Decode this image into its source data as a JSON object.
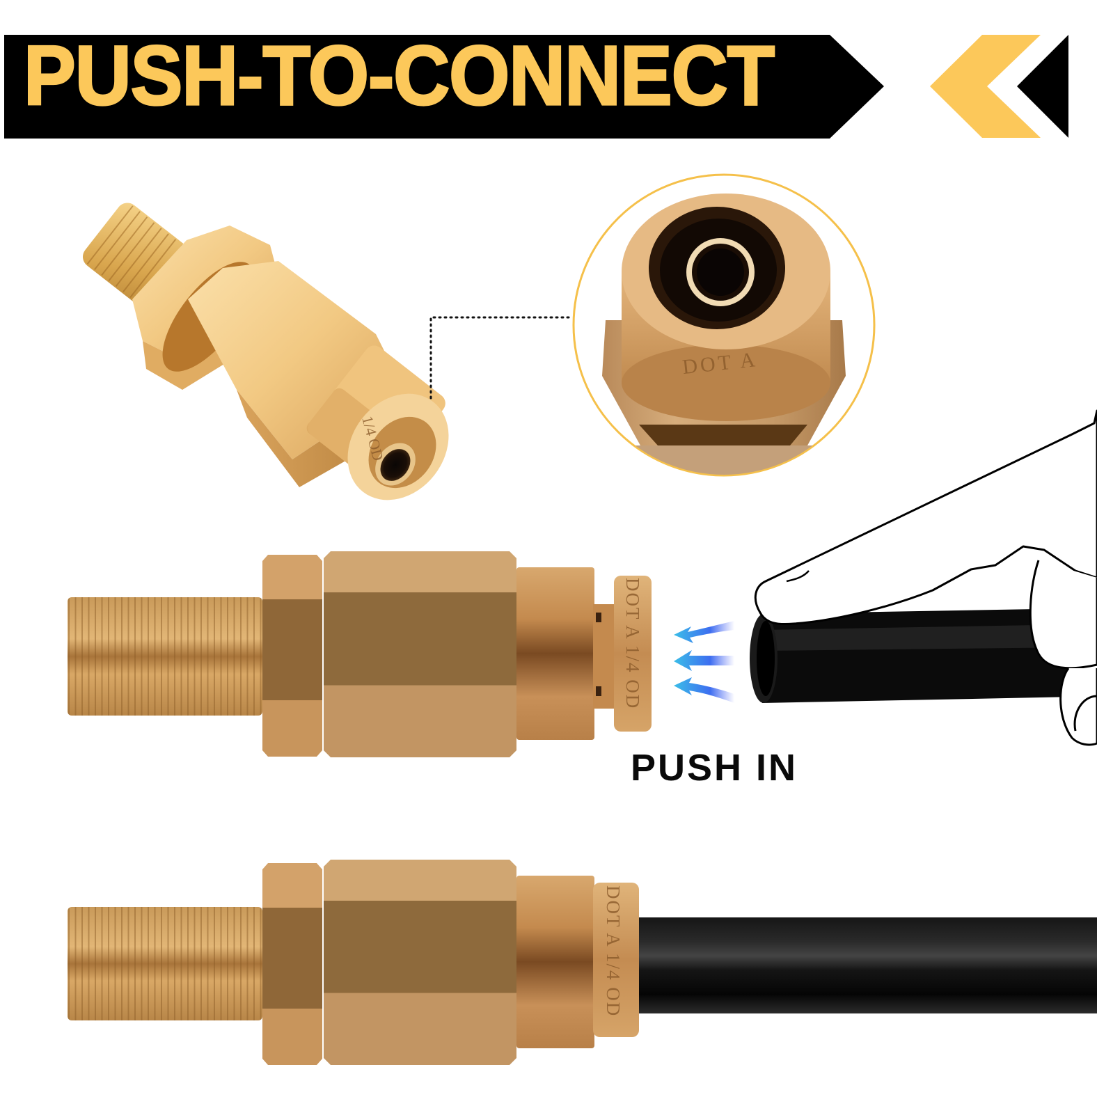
{
  "banner": {
    "title": "PUSH-TO-CONNECT",
    "background_color": "#000000",
    "text_color": "#FCC85A",
    "chevron_colors": [
      "#FCC85A",
      "#000000"
    ]
  },
  "top_fitting": {
    "engraving": "1/4 OD"
  },
  "detail_callout": {
    "engraving": "DOT A",
    "ring_color": "#F5C04A"
  },
  "middle_fitting": {
    "engraving": "DOT A 1/4 OD"
  },
  "instruction": {
    "label": "PUSH IN",
    "arrow_color": "#3D8BF0"
  },
  "bottom_fitting": {
    "engraving": "DOT A 1/4 OD"
  }
}
